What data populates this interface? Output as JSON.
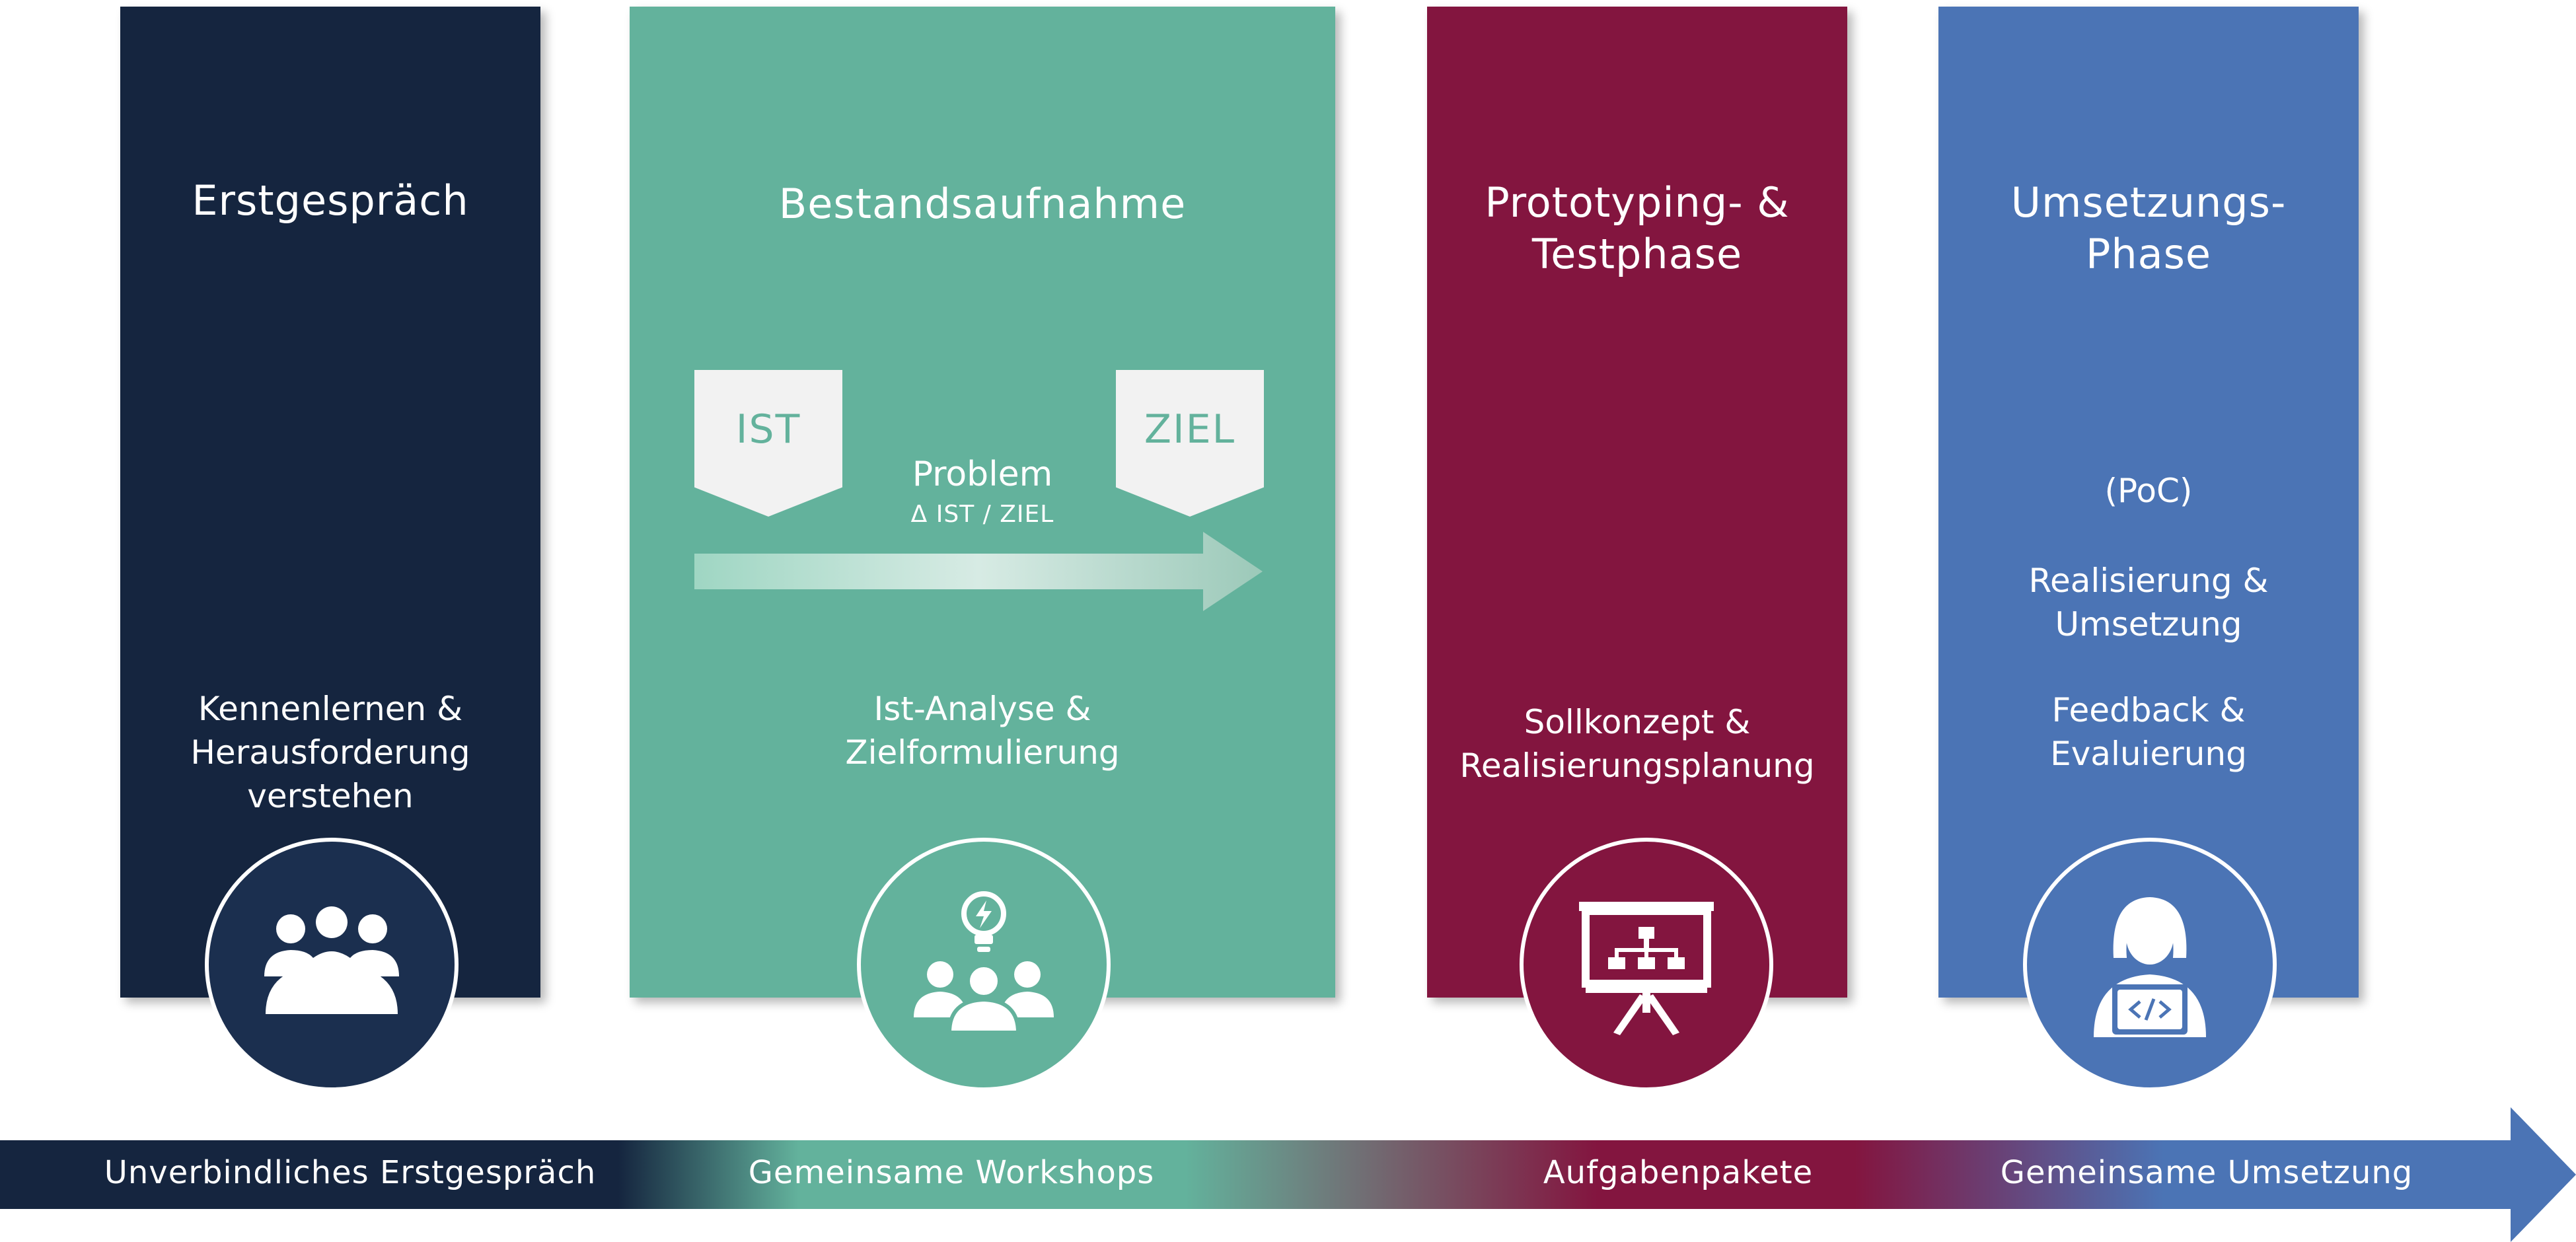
{
  "columns": [
    {
      "title": "Erstgespräch",
      "desc": [
        "Kennenlernen &",
        "Herausforderung",
        "verstehen"
      ],
      "color": "#15253f",
      "icon": "meeting-group-icon"
    },
    {
      "title": "Bestandsaufnahme",
      "desc": [
        "Ist-Analyse &",
        "Zielformulierung"
      ],
      "color": "#63b29c",
      "icon": "workshop-idea-icon",
      "diagram": {
        "left_tag": "IST",
        "right_tag": "ZIEL",
        "arrow_label": "Problem",
        "arrow_sublabel": "Δ IST / ZIEL"
      }
    },
    {
      "title": [
        "Prototyping- &",
        "Testphase"
      ],
      "desc": [
        "Sollkonzept &",
        "Realisierungsplanung"
      ],
      "color": "#83153f",
      "icon": "presentation-board-icon"
    },
    {
      "title": [
        "Umsetzungs-",
        "Phase"
      ],
      "poc": "(PoC)",
      "desc1": [
        "Realisierung &",
        "Umsetzung"
      ],
      "desc2": [
        "Feedback &",
        "Evaluierung"
      ],
      "color": "#4b74b5",
      "icon": "developer-laptop-icon"
    }
  ],
  "timeline": {
    "labels": [
      "Unverbindliches Erstgespräch",
      "Gemeinsame Workshops",
      "Aufgabenpakete",
      "Gemeinsame Umsetzung"
    ],
    "colors": [
      "#15253f",
      "#63b29c",
      "#83153f",
      "#4b74b5"
    ]
  }
}
